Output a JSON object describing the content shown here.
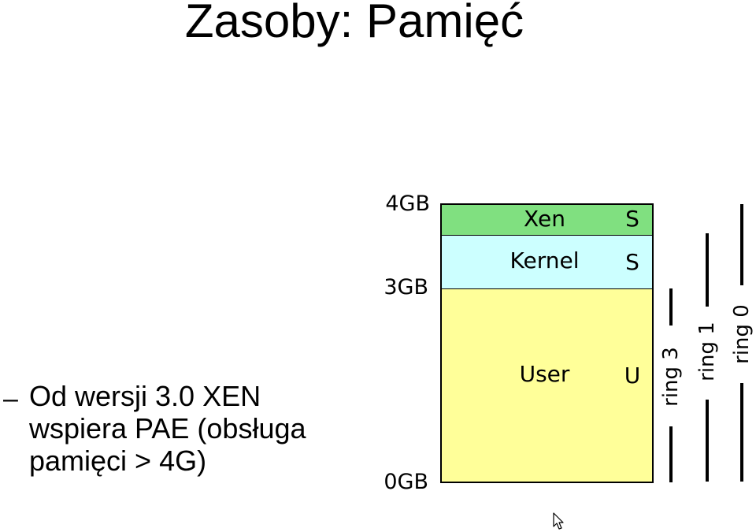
{
  "slide": {
    "title": "Zasoby: Pamięć",
    "bullet": {
      "marker": "–",
      "lines": [
        "Od wersji 3.0 XEN",
        "wspiera PAE (obsługa",
        "pamięci > 4G)"
      ]
    }
  },
  "memory_map": {
    "address_labels": {
      "top": "4GB",
      "middle": "3GB",
      "bottom": "0GB"
    },
    "regions": [
      {
        "name": "Xen",
        "privilege": "S",
        "color": "#80e080"
      },
      {
        "name": "Kernel",
        "privilege": "S",
        "color": "#ccffff"
      },
      {
        "name": "User",
        "privilege": "U",
        "color": "#ffff99"
      }
    ],
    "rings": [
      "ring 3",
      "ring 1",
      "ring 0"
    ]
  }
}
